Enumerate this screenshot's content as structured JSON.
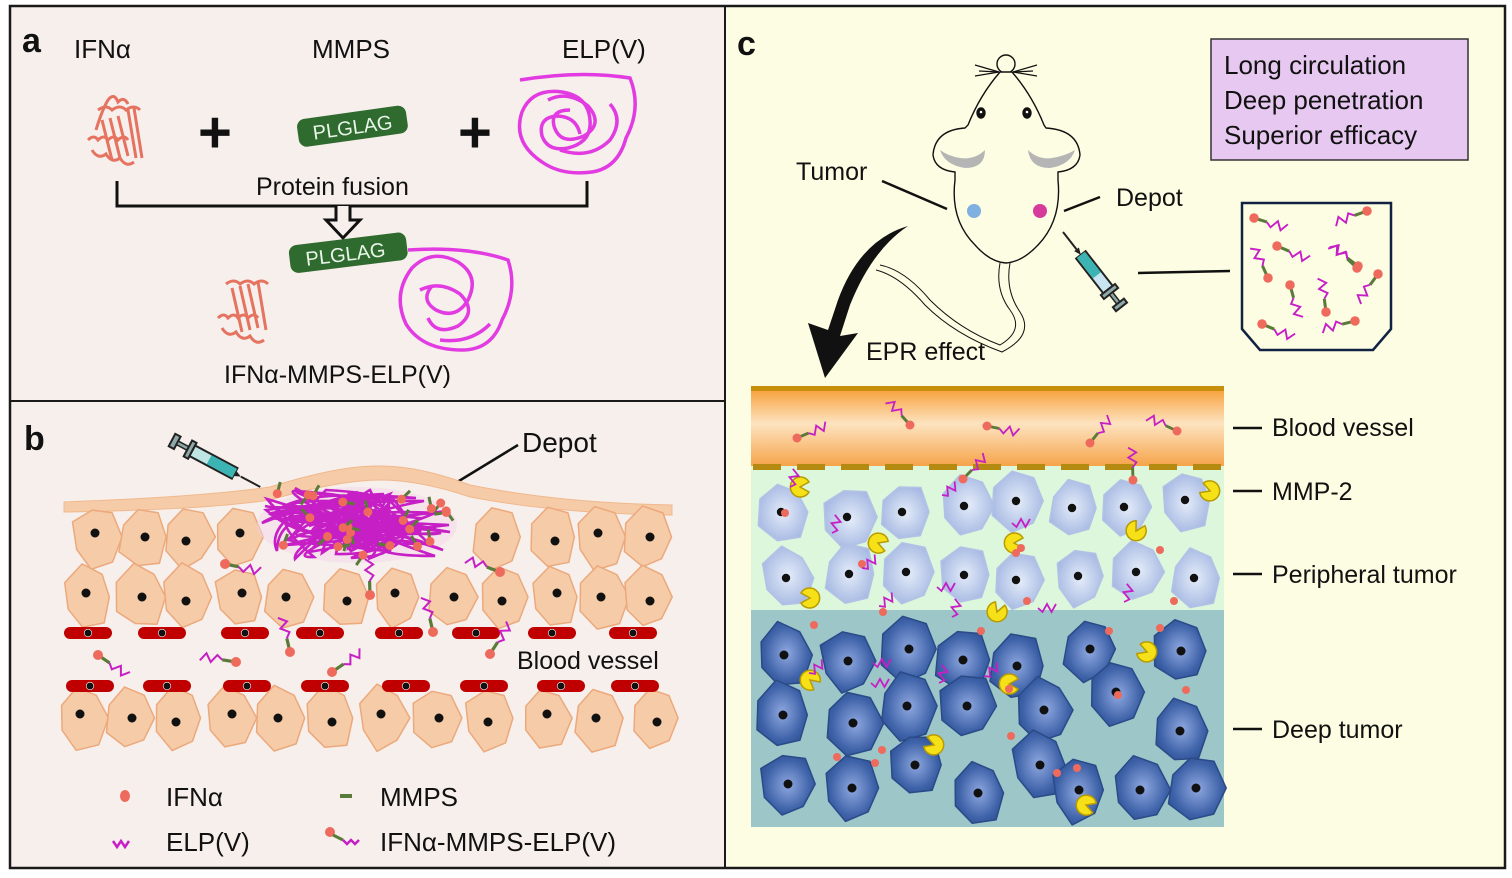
{
  "panels": {
    "a": {
      "letter": "a",
      "labels": {
        "ifn": "IFNα",
        "mmps": "MMPS",
        "elp": "ELP(V)"
      },
      "plus": "+",
      "peptide": "PLGLAG",
      "fusion_label": "Protein fusion",
      "product_label": "IFNα-MMPS-ELP(V)"
    },
    "b": {
      "letter": "b",
      "depot_label": "Depot",
      "vessel_label": "Blood vessel",
      "legend": [
        {
          "symbol": "red-dot",
          "label": "IFNα"
        },
        {
          "symbol": "green-bar",
          "label": "MMPS"
        },
        {
          "symbol": "purple-wave",
          "label": "ELP(V)"
        },
        {
          "symbol": "conjugate",
          "label": "IFNα-MMPS-ELP(V)"
        }
      ]
    },
    "c": {
      "letter": "c",
      "benefits": [
        "Long circulation",
        "Deep penetration",
        "Superior efficacy"
      ],
      "tumor_label": "Tumor",
      "depot_label": "Depot",
      "epr_label": "EPR effect",
      "layers": [
        {
          "name": "blood-vessel",
          "label": "Blood vessel"
        },
        {
          "name": "mmp2",
          "label": "MMP-2"
        },
        {
          "name": "peripheral-tumor",
          "label": "Peripheral tumor"
        },
        {
          "name": "deep-tumor",
          "label": "Deep tumor"
        }
      ]
    }
  },
  "colors": {
    "panel_ab_bg": "#f7efeb",
    "panel_c_bg": "#fdfde3",
    "ifn": "#ee6a5c",
    "mmps": "#5a7a3a",
    "elp": "#c51fc5",
    "cell_tan": "#f6cba8",
    "rbc": "#c00000",
    "benefit_box": "#e6c8f0",
    "peripheral_bg": "#dcf7dc",
    "deep_bg": "#9dc6c9",
    "mmp2": "#f6e018"
  }
}
